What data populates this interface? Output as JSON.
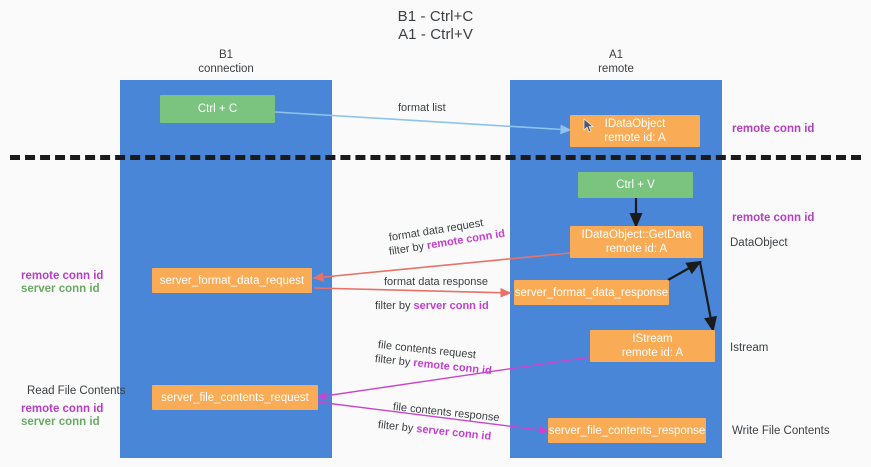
{
  "title": {
    "line1": "B1 - Ctrl+C",
    "line2": "A1 - Ctrl+V"
  },
  "columns": [
    {
      "name": "B1",
      "sub": "connection"
    },
    {
      "name": "A1",
      "sub": "remote"
    }
  ],
  "nodes": {
    "ctrl_c": {
      "line1": "Ctrl + C",
      "line2": "",
      "color": "#7ac47f"
    },
    "idataobject": {
      "line1": "IDataObject",
      "line2": "remote id: A",
      "color": "#f9ab55"
    },
    "ctrl_v": {
      "line1": "Ctrl + V",
      "line2": "",
      "color": "#7ac47f"
    },
    "getdata": {
      "line1": "IDataObject::GetData",
      "line2": "remote id: A",
      "color": "#f9ab55"
    },
    "server_format_data_request": {
      "line1": "server_format_data_request",
      "line2": "",
      "color": "#f9ab55"
    },
    "server_format_data_response": {
      "line1": "server_format_data_response",
      "line2": "",
      "color": "#f9ab55"
    },
    "istream": {
      "line1": "IStream",
      "line2": "remote id: A",
      "color": "#f9ab55"
    },
    "server_file_contents_request": {
      "line1": "server_file_contents_request",
      "line2": "",
      "color": "#f9ab55"
    },
    "server_file_contents_response": {
      "line1": "server_file_contents_response",
      "line2": "",
      "color": "#f9ab55"
    }
  },
  "edge_labels": {
    "format_list": {
      "text": "format list"
    },
    "format_data_request": {
      "text": "format data request"
    },
    "format_data_request_filter": {
      "prefix": "filter by ",
      "highlight": "remote conn id"
    },
    "format_data_response": {
      "text": "format data response"
    },
    "format_data_response_filter": {
      "prefix": "filter by ",
      "highlight": "server conn id"
    },
    "file_contents_request": {
      "text": "file contents request"
    },
    "file_contents_request_filter": {
      "prefix": "filter by ",
      "highlight": "remote conn id"
    },
    "file_contents_response": {
      "text": "file contents response"
    },
    "file_contents_response_filter": {
      "prefix": "filter by ",
      "highlight": "server conn id"
    }
  },
  "annotations": {
    "right_remote_conn_id_top": "remote conn id",
    "right_remote_conn_id_mid": "remote conn id",
    "right_dataobject": "DataObject",
    "right_istream": "Istream",
    "right_write_file_contents": "Write File Contents",
    "left_remote_conn_id_1": "remote conn id",
    "left_server_conn_id_1": "server conn id",
    "left_read_file_contents": "Read File Contents",
    "left_remote_conn_id_2": "remote conn id",
    "left_server_conn_id_2": "server conn id"
  },
  "colors": {
    "lane": "#4a86d8",
    "node_orange": "#f9ab55",
    "node_green": "#7ac47f",
    "highlight_magenta": "#c23fd0",
    "annotation_purple": "#b43fc0",
    "annotation_green": "#6aaa64",
    "arrow_blue": "#8fc3ee",
    "arrow_red": "#e8726a",
    "arrow_black": "#1b1b1b",
    "arrow_magenta": "#cc44cc",
    "divider": "#1b1b1b",
    "background": "#fafafa"
  }
}
